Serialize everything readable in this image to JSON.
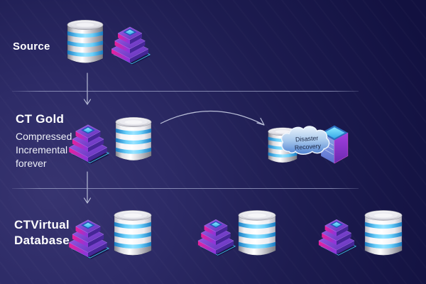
{
  "rows": {
    "source": {
      "label": "Source"
    },
    "ct_gold": {
      "title": "CT Gold",
      "description_lines": [
        "Compressed",
        "Incremental",
        "forever"
      ]
    },
    "ct_virtual": {
      "label_lines": [
        "CTVirtual",
        "Database"
      ],
      "pair_count": 3
    }
  },
  "disaster_recovery": {
    "label_lines": [
      "Disaster",
      "Recovery"
    ]
  },
  "icons": {
    "database": "database-cylinder-icon",
    "stack": "layered-stack-icon",
    "cloud": "cloud-icon",
    "server": "server-box-icon",
    "arrow_down": "down-arrow-icon",
    "arrow_curved": "curved-arrow-icon"
  },
  "colors": {
    "background_light": "#373470",
    "background_dark": "#111140",
    "divider": "#a8aed2",
    "arrow": "#c2c7de",
    "stack_magenta": "#e81e96",
    "stack_purple": "#5f2fb8",
    "stack_cyan": "#41d0f5",
    "db_stripe_blue": "#2aa3e8",
    "cloud_fill": "#4f82d2",
    "cloud_text": "#1a2440",
    "text": "#ffffff"
  }
}
